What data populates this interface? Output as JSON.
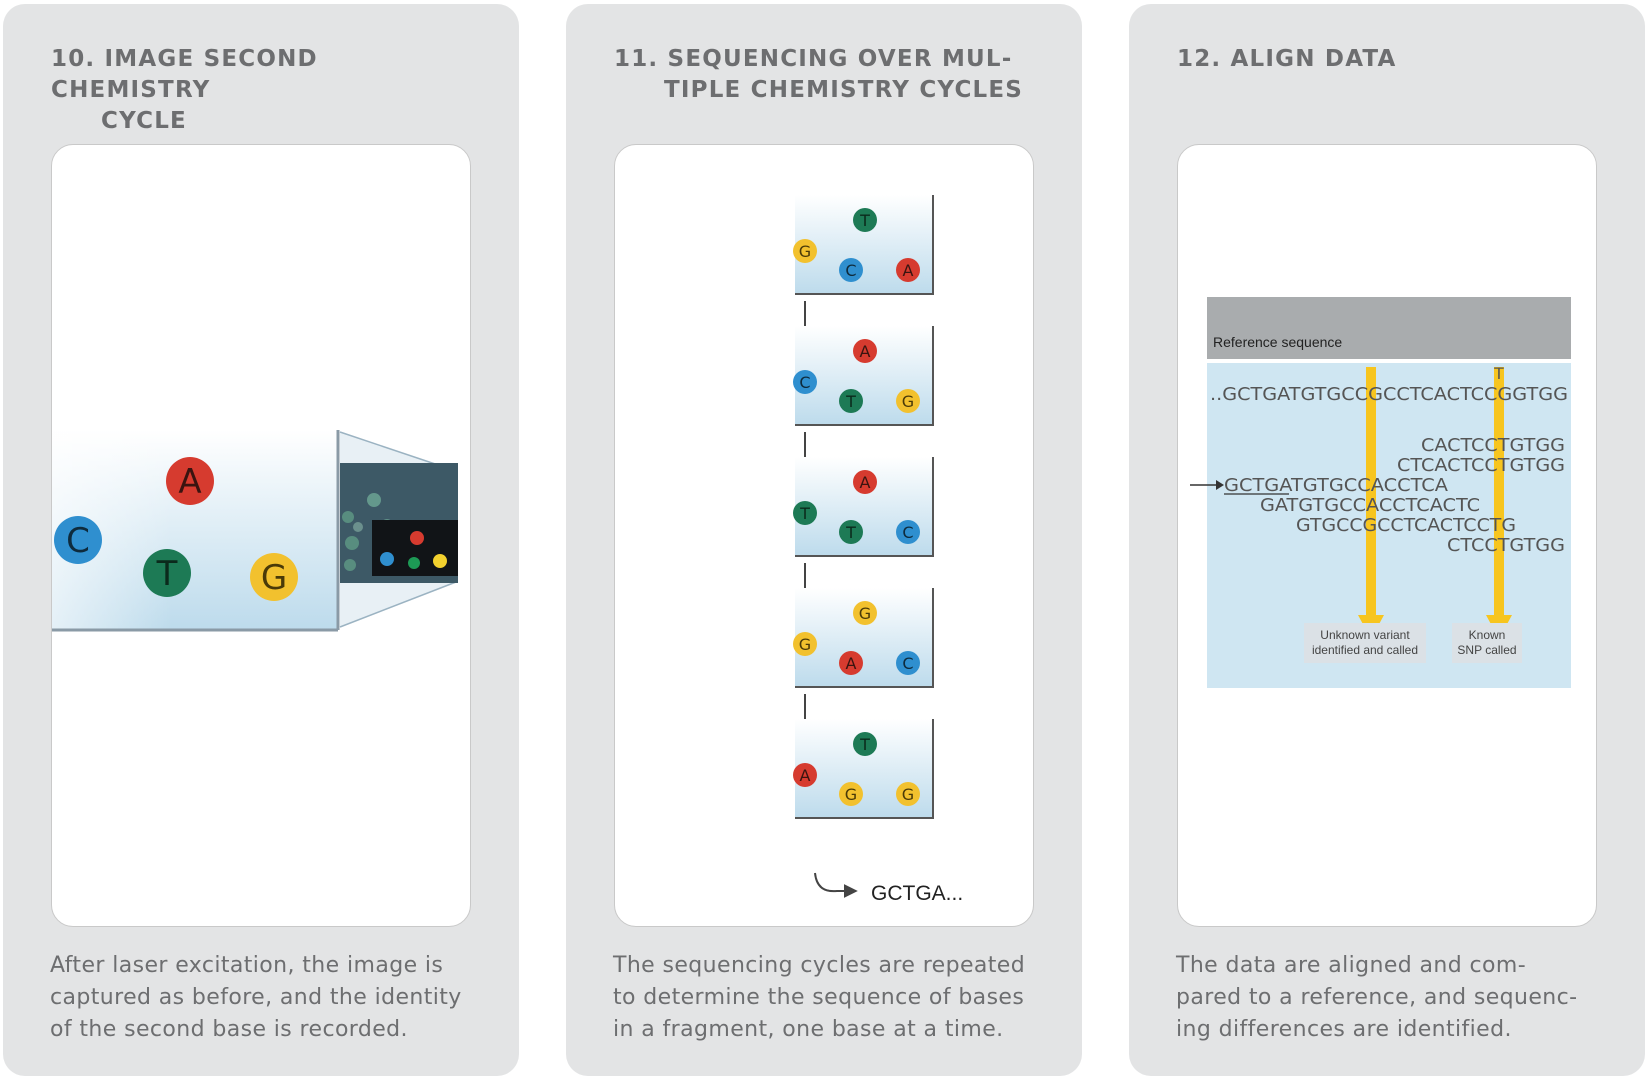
{
  "panels": [
    {
      "title_line1": "10. IMAGE SECOND CHEMISTRY",
      "title_line2": "CYCLE",
      "caption": [
        "After laser excitation, the image is",
        "captured as before, and the identity",
        "of the second base is recorded."
      ],
      "bases": [
        "A",
        "C",
        "T",
        "G"
      ]
    },
    {
      "title_line1": "11. SEQUENCING OVER MUL-",
      "title_line2": "TIPLE CHEMISTRY CYCLES",
      "caption": [
        "The sequencing cycles are repeated",
        "to determine the sequence of bases",
        "in a fragment, one base at a time."
      ],
      "cycles": [
        [
          "T",
          "G",
          "C",
          "A"
        ],
        [
          "A",
          "C",
          "T",
          "G"
        ],
        [
          "A",
          "T",
          "T",
          "C"
        ],
        [
          "G",
          "G",
          "A",
          "C"
        ],
        [
          "T",
          "A",
          "G",
          "G"
        ]
      ],
      "result": "GCTGA..."
    },
    {
      "title_line1": "12. ALIGN DATA",
      "title_line2": "",
      "caption": [
        "The data are aligned and com-",
        "pared to a reference, and sequenc-",
        "ing differences are identified."
      ],
      "reference_label": "Reference sequence",
      "snp_base": "T",
      "reference_seq": "..GCTGATGTGCCGCCTCACTCCGGTGG",
      "reads": [
        "CACTCCTGTGG",
        "CTCACTCCTGTGG",
        "GCTGATGTGCCACCTCA",
        "GATGTGCCACCTCACTC",
        "GTGCCGCCTCACTCCTG",
        "CTCCTGTGG"
      ],
      "read_highlight": "GCTGA",
      "variant_label": [
        "Unknown variant",
        "identified and called"
      ],
      "snp_label": [
        "Known",
        "SNP called"
      ]
    }
  ],
  "colors": {
    "A": "#d63b2f",
    "C": "#2f8fcf",
    "T": "#1d7a55",
    "G": "#f2c12e",
    "arrow": "#f7c51f",
    "title": "#6d6e70"
  }
}
